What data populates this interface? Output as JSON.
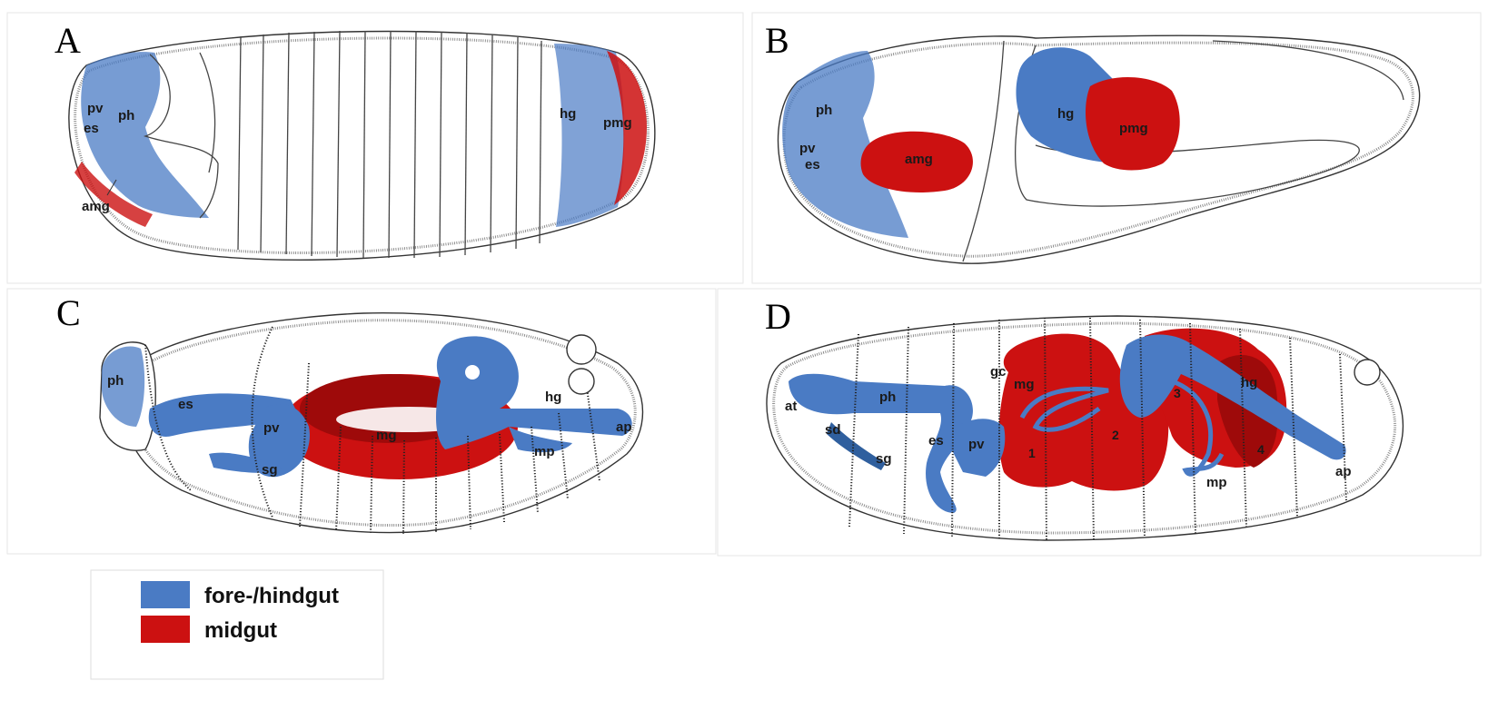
{
  "colors": {
    "foregut_hindgut": "#4a7bc4",
    "foregut_hindgut_dark": "#2f5f9e",
    "midgut": "#cc1111",
    "midgut_dark": "#9e0a0a"
  },
  "panels": {
    "a": {
      "letter": "A",
      "labels": {
        "pv": "pv",
        "es": "es",
        "ph": "ph",
        "amg": "amg",
        "hg": "hg",
        "pmg": "pmg"
      }
    },
    "b": {
      "letter": "B",
      "labels": {
        "ph": "ph",
        "pv": "pv",
        "es": "es",
        "amg": "amg",
        "hg": "hg",
        "pmg": "pmg"
      }
    },
    "c": {
      "letter": "C",
      "labels": {
        "ph": "ph",
        "es": "es",
        "pv": "pv",
        "mg": "mg",
        "sg": "sg",
        "hg": "hg",
        "mp": "mp",
        "ap": "ap"
      }
    },
    "d": {
      "letter": "D",
      "labels": {
        "at": "at",
        "ph": "ph",
        "sd": "sd",
        "sg": "sg",
        "es": "es",
        "pv": "pv",
        "gc": "gc",
        "mg": "mg",
        "n1": "1",
        "n2": "2",
        "n3": "3",
        "n4": "4",
        "hg": "hg",
        "mp": "mp",
        "ap": "ap"
      }
    }
  },
  "legend": {
    "items": [
      {
        "label": "fore-/hindgut",
        "color": "#4a7bc4"
      },
      {
        "label": "midgut",
        "color": "#cc1111"
      }
    ]
  }
}
